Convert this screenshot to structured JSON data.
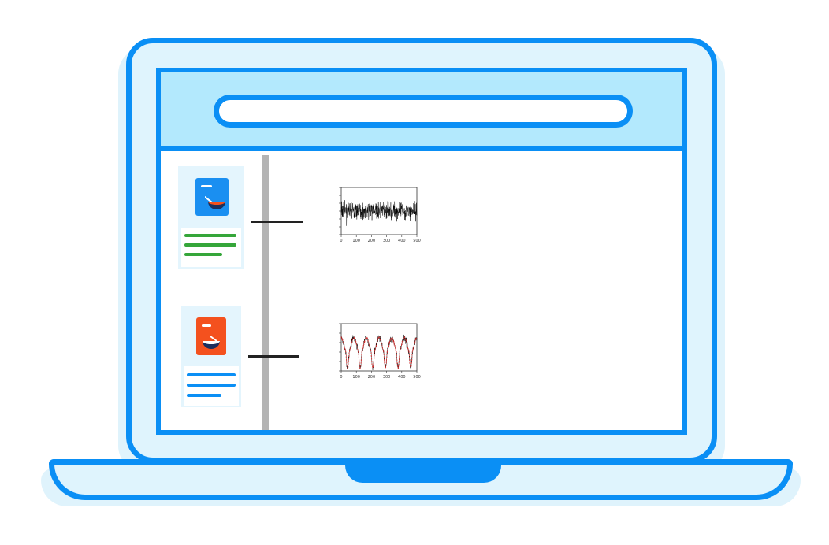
{
  "colors": {
    "frame": "#0a8ff5",
    "lid_fill": "#dff4fd",
    "address_band": "#b3e9fd",
    "divider": "#b4b4b4",
    "doc_tile_top": "#1a8ff1",
    "doc_tile_bottom": "#f4511e",
    "text_lines_top": "#35a63a",
    "text_lines_bottom": "#0a8ff5",
    "series_raw": "#000000",
    "series_fit": "#d32f2f"
  },
  "icons": [
    "laptop-icon",
    "search-bar-icon",
    "document-icon",
    "bowl-icon",
    "line-plot-icon"
  ],
  "chart_data": [
    {
      "type": "line",
      "xlim": [
        0,
        500
      ],
      "ylim": [
        -3,
        3
      ],
      "x_ticks": [
        "0",
        "100",
        "200",
        "300",
        "400",
        "500"
      ],
      "series": [
        {
          "style": "noisy-black",
          "color": "#000000",
          "n": 500
        }
      ]
    },
    {
      "type": "line",
      "xlim": [
        0,
        500
      ],
      "ylim": [
        -3,
        2
      ],
      "x_ticks": [
        "0",
        "100",
        "200",
        "300",
        "400",
        "500"
      ],
      "series": [
        {
          "style": "periodic-black",
          "color": "#000000",
          "n": 500
        },
        {
          "style": "periodic-red-dashed",
          "color": "#d32f2f",
          "n": 500
        }
      ]
    }
  ]
}
